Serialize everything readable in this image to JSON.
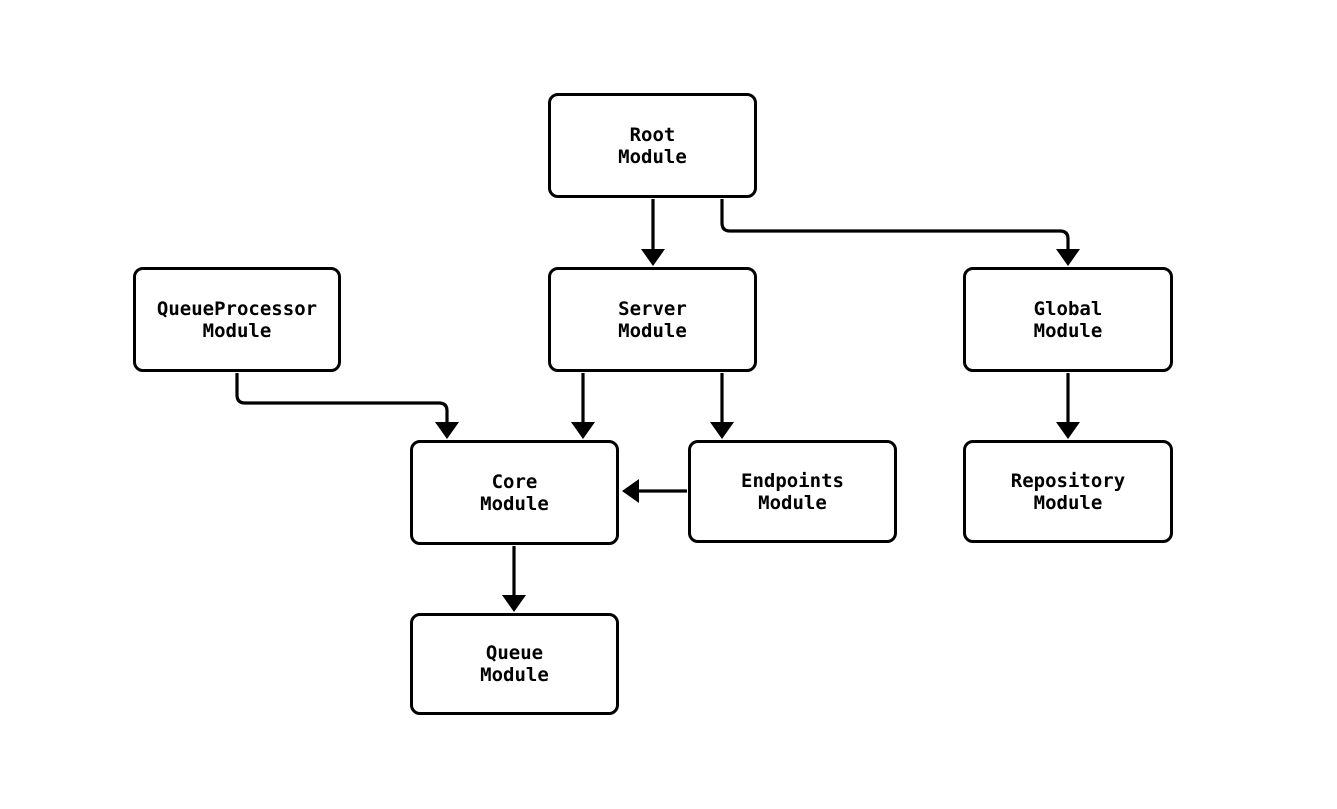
{
  "diagram": {
    "type": "flowchart",
    "background_color": "#ffffff",
    "node_fill_color": "#ffffff",
    "stroke_color": "#000000",
    "text_color": "#000000"
  },
  "nodes": [
    {
      "id": "root",
      "line1": "Root",
      "line2": "Module"
    },
    {
      "id": "qp",
      "line1": "QueueProcessor",
      "line2": "Module"
    },
    {
      "id": "server",
      "line1": "Server",
      "line2": "Module"
    },
    {
      "id": "global",
      "line1": "Global",
      "line2": "Module"
    },
    {
      "id": "core",
      "line1": "Core",
      "line2": "Module"
    },
    {
      "id": "endpoints",
      "line1": "Endpoints",
      "line2": "Module"
    },
    {
      "id": "repository",
      "line1": "Repository",
      "line2": "Module"
    },
    {
      "id": "queue",
      "line1": "Queue",
      "line2": "Module"
    }
  ],
  "edges": [
    {
      "from": "Root Module",
      "to": "Server Module"
    },
    {
      "from": "Root Module",
      "to": "Global Module"
    },
    {
      "from": "QueueProcessor Module",
      "to": "Core Module"
    },
    {
      "from": "Server Module",
      "to": "Core Module"
    },
    {
      "from": "Server Module",
      "to": "Endpoints Module"
    },
    {
      "from": "Endpoints Module",
      "to": "Core Module"
    },
    {
      "from": "Global Module",
      "to": "Repository Module"
    },
    {
      "from": "Core Module",
      "to": "Queue Module"
    }
  ]
}
